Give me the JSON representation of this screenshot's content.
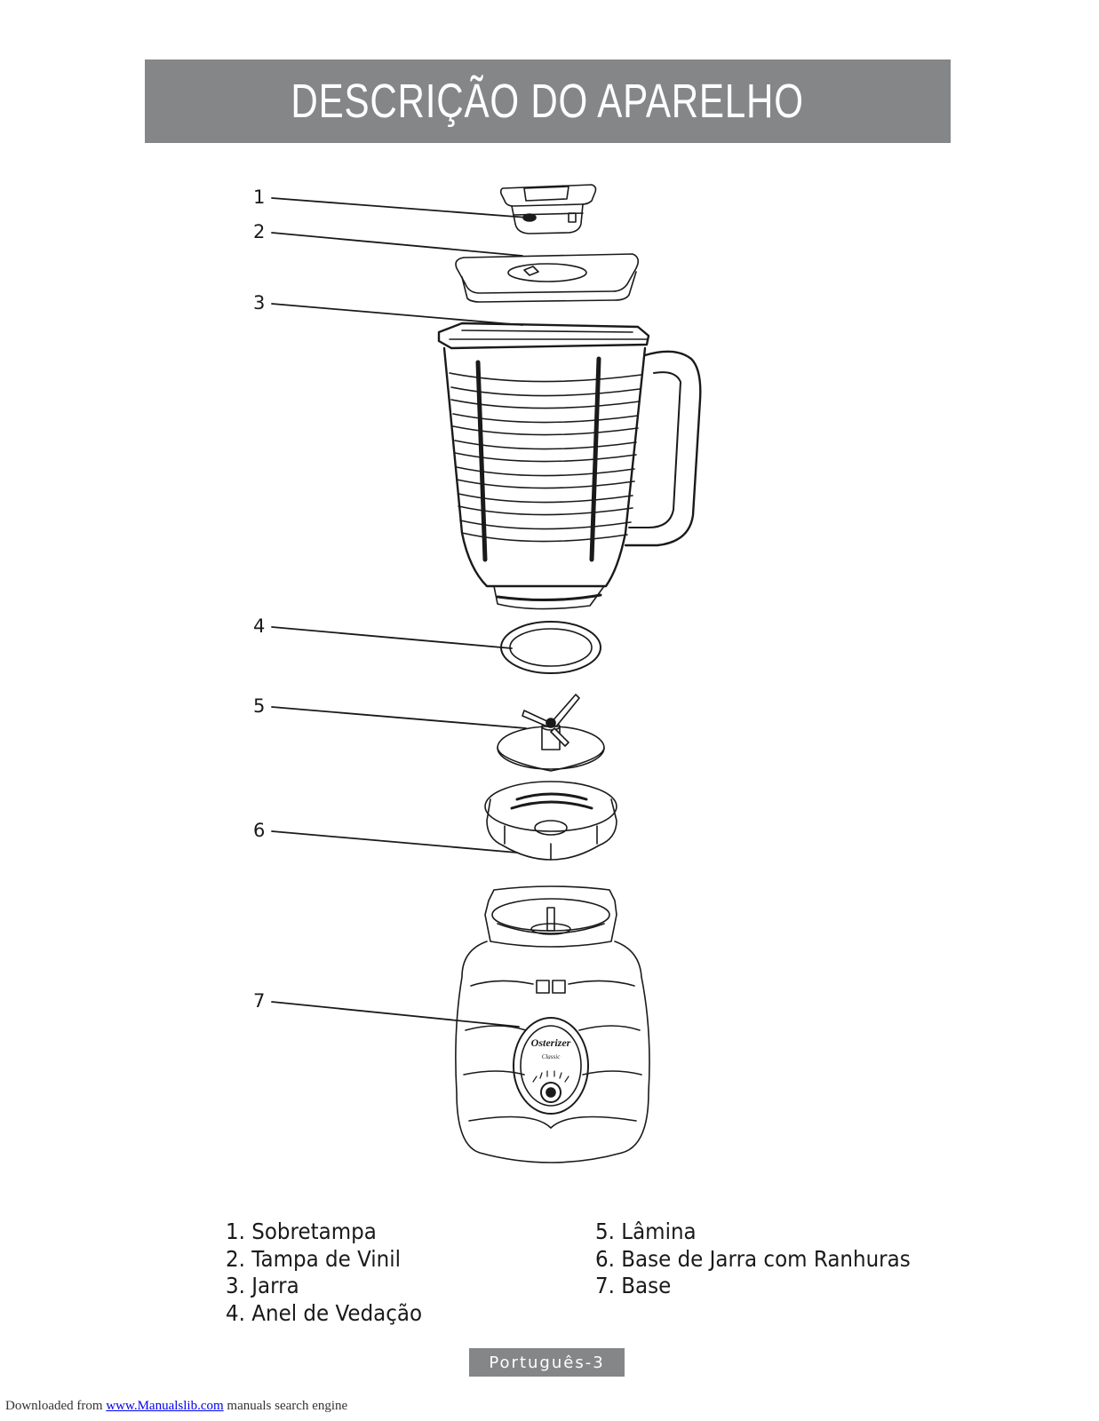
{
  "header": {
    "title": "DESCRIÇÃO DO APARELHO"
  },
  "callouts": [
    "1",
    "2",
    "3",
    "4",
    "5",
    "6",
    "7"
  ],
  "base_label": {
    "brand": "Osterizer",
    "model": "Classic"
  },
  "parts_left": [
    "1. Sobretampa",
    "2. Tampa de Vinil",
    "3. Jarra",
    "4. Anel de Vedação"
  ],
  "parts_right": [
    "5. Lâmina",
    "6. Base de Jarra com Ranhuras",
    "7. Base"
  ],
  "footer": {
    "page_label": "Português-3"
  },
  "download": {
    "prefix": "Downloaded from ",
    "link_text": "www.Manualslib.com",
    "suffix": " manuals search engine"
  },
  "colors": {
    "header_gray": "#858688",
    "line": "#1a1a1a",
    "link": "#0000ee"
  }
}
